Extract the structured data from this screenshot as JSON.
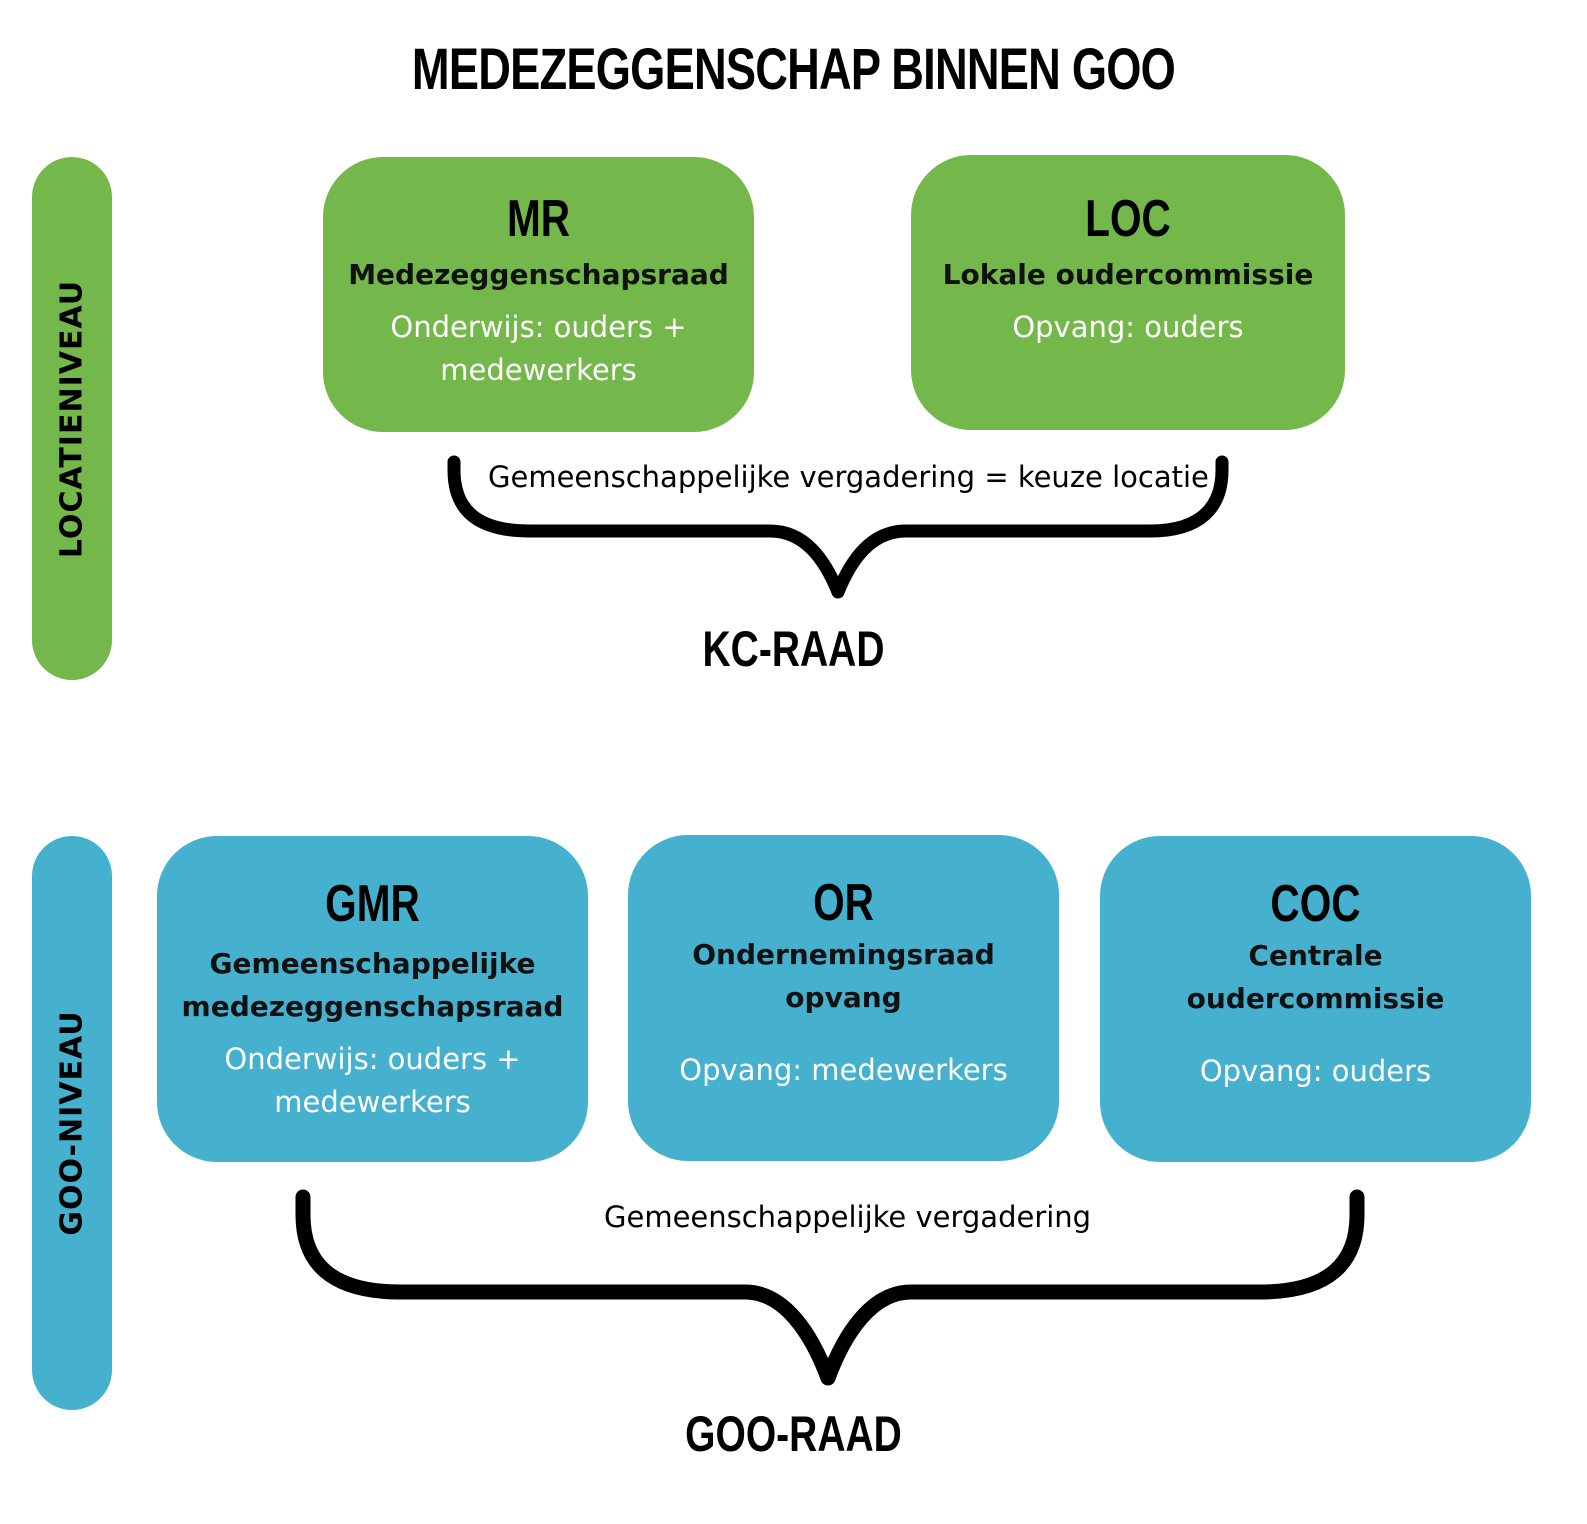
{
  "title": "MEDEZEGGENSCHAP BINNEN GOO",
  "levels": {
    "location": {
      "label": "LOCATIENIVEAU",
      "color": "#74b84c",
      "boxes": [
        {
          "abbr": "MR",
          "name": "Medezeggenschapsraad",
          "desc_line1": "Onderwijs: ouders +",
          "desc_line2": "medewerkers"
        },
        {
          "abbr": "LOC",
          "name": "Lokale oudercommissie",
          "desc_line1": "Opvang: ouders",
          "desc_line2": ""
        }
      ],
      "connector_label": "Gemeenschappelijke vergadering = keuze locatie",
      "council": "KC-RAAD"
    },
    "goo": {
      "label": "GOO-NIVEAU",
      "color": "#46b0cf",
      "boxes": [
        {
          "abbr": "GMR",
          "name_line1": "Gemeenschappelijke",
          "name_line2": "medezeggenschapsraad",
          "desc_line1": "Onderwijs: ouders +",
          "desc_line2": "medewerkers"
        },
        {
          "abbr": "OR",
          "name_line1": "Ondernemingsraad",
          "name_line2": "opvang",
          "desc_line1": "Opvang: medewerkers"
        },
        {
          "abbr": "COC",
          "name_line1": "Centrale",
          "name_line2": "oudercommissie",
          "desc_line1": "Opvang: ouders"
        }
      ],
      "connector_label": "Gemeenschappelijke vergadering",
      "council": "GOO-RAAD"
    }
  }
}
